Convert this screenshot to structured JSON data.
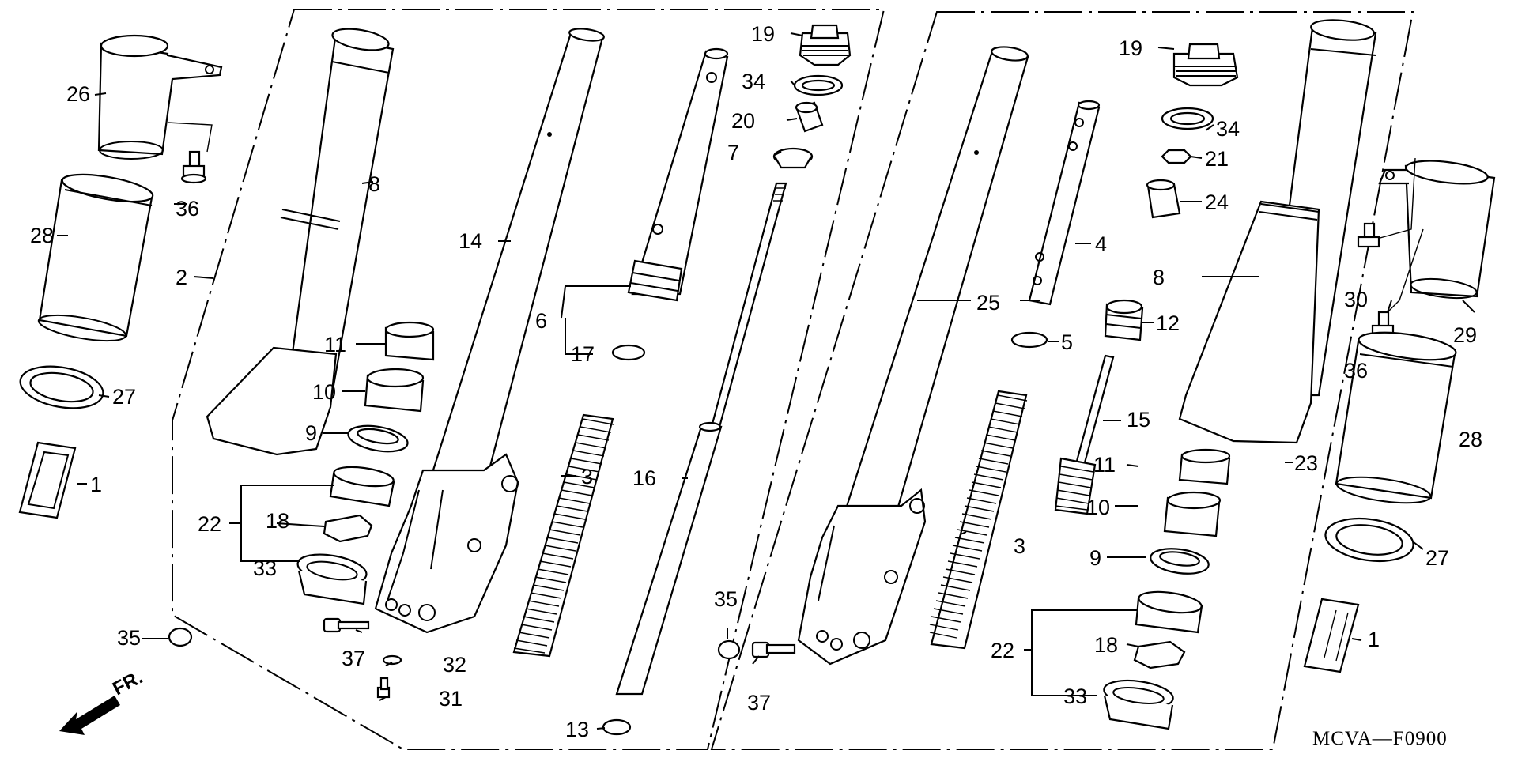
{
  "diagram": {
    "code": "MCVA—F0900",
    "direction": "FR.",
    "callouts": {
      "c1a": "1",
      "c1b": "1",
      "c2": "2",
      "c3a": "3",
      "c3b": "3",
      "c4": "4",
      "c5": "5",
      "c6": "6",
      "c7": "7",
      "c8a": "8",
      "c8b": "8",
      "c9a": "9",
      "c9b": "9",
      "c10a": "10",
      "c10b": "10",
      "c11a": "11",
      "c11b": "11",
      "c12": "12",
      "c13": "13",
      "c14": "14",
      "c15": "15",
      "c16": "16",
      "c17": "17",
      "c18a": "18",
      "c18b": "18",
      "c19a": "19",
      "c19b": "19",
      "c20": "20",
      "c21": "21",
      "c22a": "22",
      "c22b": "22",
      "c23": "23",
      "c24": "24",
      "c25": "25",
      "c26": "26",
      "c27a": "27",
      "c27b": "27",
      "c28a": "28",
      "c28b": "28",
      "c29": "29",
      "c30": "30",
      "c31": "31",
      "c32": "32",
      "c33a": "33",
      "c33b": "33",
      "c34a": "34",
      "c34b": "34",
      "c35a": "35",
      "c35b": "35",
      "c36a": "36",
      "c36b": "36",
      "c37a": "37",
      "c37b": "37"
    }
  }
}
